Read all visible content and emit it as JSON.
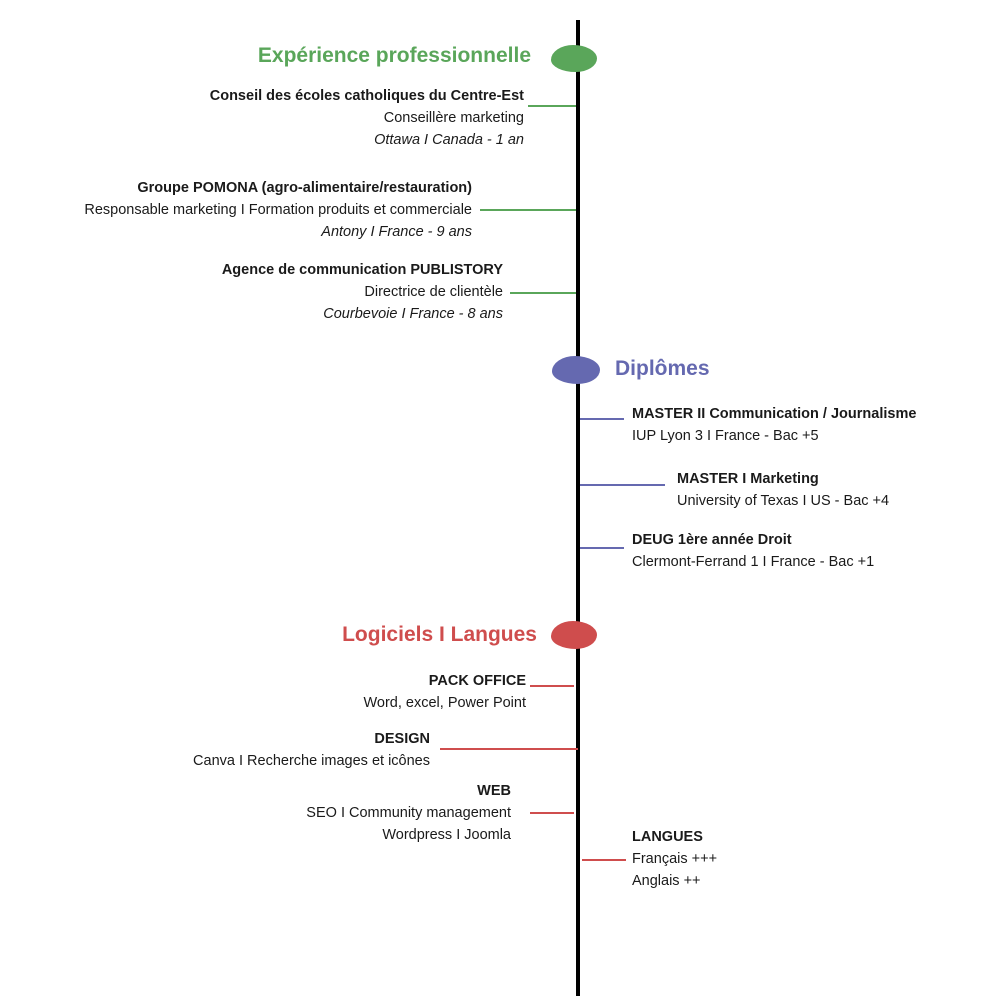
{
  "colors": {
    "experience": "#5aa65a",
    "diplomas": "#6569b0",
    "software": "#cf4d4d"
  },
  "experience": {
    "heading": "Expérience professionnelle",
    "items": [
      {
        "title": "Conseil des écoles catholiques du Centre-Est",
        "role": "Conseillère marketing",
        "place": "Ottawa I Canada - 1 an"
      },
      {
        "title": "Groupe POMONA (agro-alimentaire/restauration)",
        "role": "Responsable marketing I Formation produits et commerciale",
        "place": "Antony I France - 9 ans"
      },
      {
        "title": "Agence de communication PUBLISTORY",
        "role": "Directrice de clientèle",
        "place": "Courbevoie I France - 8 ans"
      }
    ]
  },
  "diplomas": {
    "heading": "Diplômes",
    "items": [
      {
        "title": "MASTER II Communication / Journalisme",
        "detail": "IUP Lyon 3 I France - Bac +5"
      },
      {
        "title": "MASTER I Marketing",
        "detail": "University of Texas I US - Bac +4"
      },
      {
        "title": "DEUG 1ère année Droit",
        "detail": "Clermont-Ferrand 1 I France - Bac +1"
      }
    ]
  },
  "software": {
    "heading": "Logiciels I Langues",
    "pack_office": {
      "title": "PACK OFFICE",
      "line1": "Word, excel, Power Point"
    },
    "design": {
      "title": "DESIGN",
      "line1": "Canva I Recherche images et icônes"
    },
    "web": {
      "title": "WEB",
      "line1": "SEO I Community management",
      "line2": "Wordpress I Joomla"
    },
    "languages": {
      "title": "LANGUES",
      "line1": "Français +++",
      "line2": "Anglais ++"
    }
  }
}
